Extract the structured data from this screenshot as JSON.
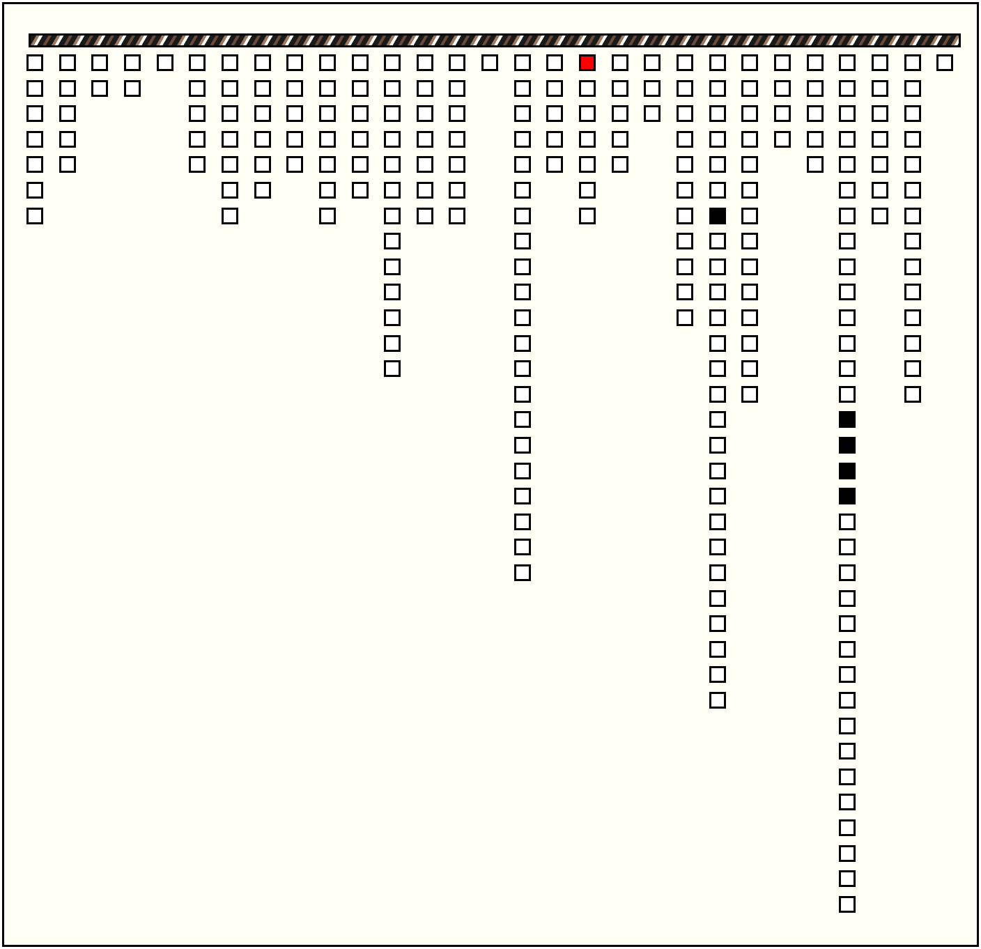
{
  "game": {
    "type": "tile-drop-board",
    "rail": {
      "pattern": "striped-rope",
      "colors": [
        "#1a1a1a",
        "#a0785e",
        "#ffffff",
        "#6b4a3a"
      ]
    },
    "colors": {
      "background": "#fffff6",
      "border": "#000000",
      "empty": "#ffffff",
      "filled": "#000000",
      "active": "#ff0000"
    },
    "columns": [
      {
        "cells": 7
      },
      {
        "cells": 5
      },
      {
        "cells": 2
      },
      {
        "cells": 2
      },
      {
        "cells": 1
      },
      {
        "cells": 5
      },
      {
        "cells": 7
      },
      {
        "cells": 6
      },
      {
        "cells": 5
      },
      {
        "cells": 7
      },
      {
        "cells": 6
      },
      {
        "cells": 13
      },
      {
        "cells": 7
      },
      {
        "cells": 7
      },
      {
        "cells": 1
      },
      {
        "cells": 21
      },
      {
        "cells": 5
      },
      {
        "cells": 7,
        "active": [
          0
        ]
      },
      {
        "cells": 5
      },
      {
        "cells": 3
      },
      {
        "cells": 11
      },
      {
        "cells": 26,
        "filled": [
          6
        ]
      },
      {
        "cells": 14
      },
      {
        "cells": 4
      },
      {
        "cells": 5
      },
      {
        "cells": 34,
        "filled": [
          14,
          15,
          16,
          17
        ]
      },
      {
        "cells": 7
      },
      {
        "cells": 14
      },
      {
        "cells": 1
      }
    ]
  }
}
